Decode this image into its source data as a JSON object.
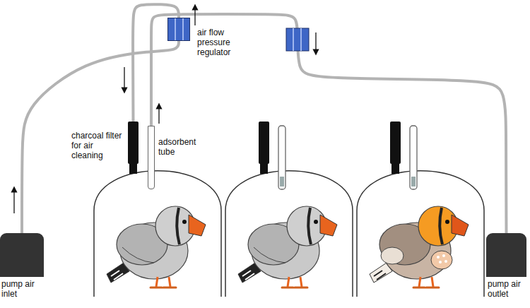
{
  "diagram": {
    "nodes": [
      {
        "text": [
          "pump air inlet"
        ]
      },
      {
        "text": [
          "air flow pressure regulator"
        ]
      },
      {
        "text": [
          "charcoal filter for air cleaning"
        ]
      },
      {
        "text": [
          "adsorbent tube"
        ]
      },
      {
        "text": [
          "pump air outlet"
        ]
      }
    ],
    "edges": [
      {
        "from": 0,
        "to": 1,
        "arrow": "none"
      },
      {
        "from": 1,
        "to": 2,
        "arrow": "none"
      },
      {
        "from": 3,
        "to": 4,
        "arrow": "none"
      }
    ]
  }
}
